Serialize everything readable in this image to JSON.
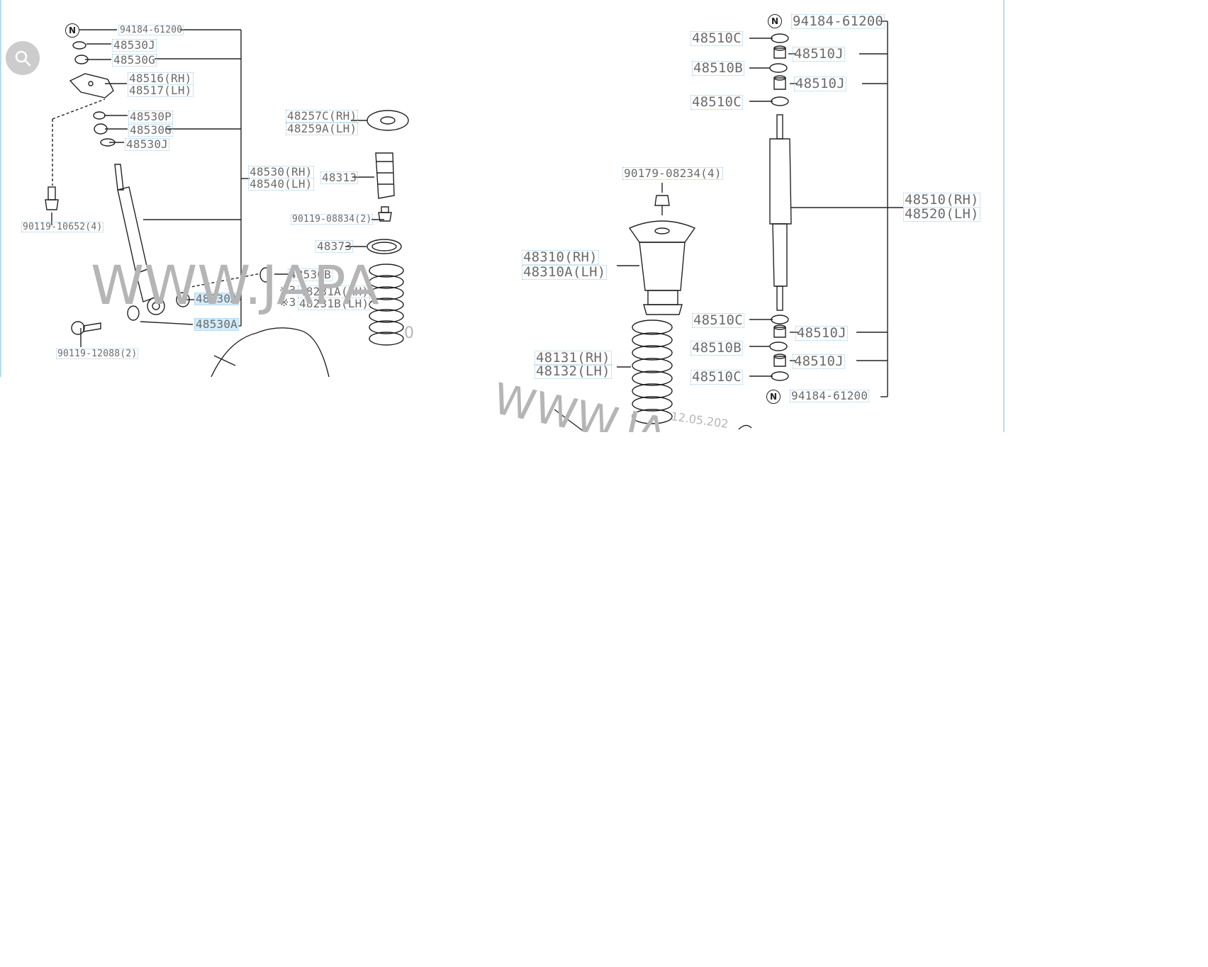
{
  "left": {
    "labels": {
      "n_9418461200": "94184-61200",
      "p48530J_a": "48530J",
      "p48530G_a": "48530G",
      "p48516": "48516(RH)",
      "p48517": "48517(LH)",
      "p48530P": "48530P",
      "p48530G_b": "48530G",
      "p48530J_b": "48530J",
      "p48257C": "48257C(RH)",
      "p48259A": "48259A(LH)",
      "p48313": "48313",
      "p48530": "48530(RH)",
      "p48540": "48540(LH)",
      "b9011910652": "90119-10652(4)",
      "b9011908834": "90119-08834(2)",
      "p48373": "48373",
      "p48530B": "48530B",
      "p48530A_a": "48530A",
      "p48530A_b": "48530A",
      "note1": "※3",
      "note2": "※3",
      "p48231A": "48231A(RH)",
      "p48231B": "48231B(LH)",
      "b9011912088": "90119-12088(2)"
    },
    "n_mark": "N",
    "watermark": "WWW.JAPA",
    "watermark_tail": "0"
  },
  "right": {
    "labels": {
      "n_top": "94184-61200",
      "p48510C_1": "48510C",
      "p48510J_1": "48510J",
      "p48510B_1": "48510B",
      "p48510J_2": "48510J",
      "p48510C_2": "48510C",
      "n9017908234": "90179-08234(4)",
      "p48510": "48510(RH)",
      "p48520": "48520(LH)",
      "p48310": "48310(RH)",
      "p48310A": "48310A(LH)",
      "p48510C_3": "48510C",
      "p48510J_3": "48510J",
      "p48510B_2": "48510B",
      "p48131": "48131(RH)",
      "p48132": "48132(LH)",
      "p48510J_4": "48510J",
      "p48510C_4": "48510C",
      "n_bottom": "94184-61200"
    },
    "n_mark": "N",
    "watermark": "WWW.JA",
    "date_fragment": "12.05.202"
  },
  "icons": {
    "zoom": "magnifier-icon"
  }
}
